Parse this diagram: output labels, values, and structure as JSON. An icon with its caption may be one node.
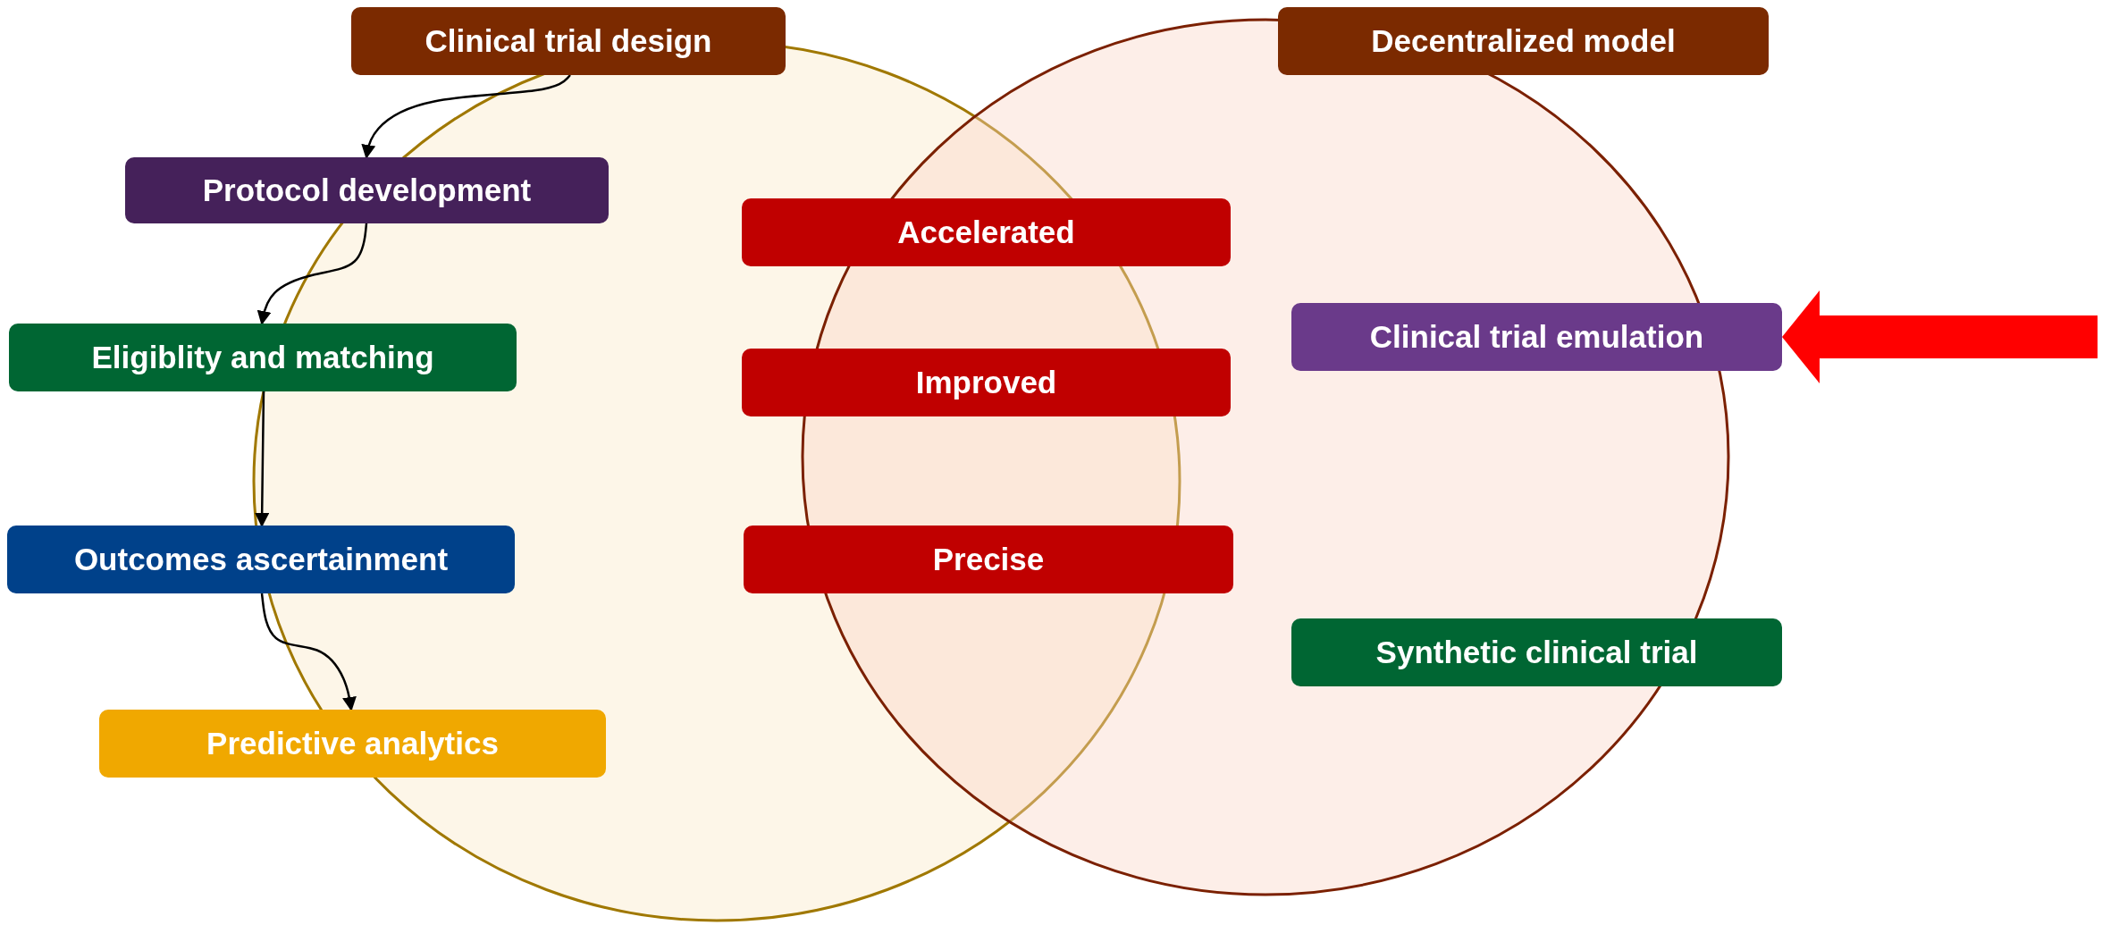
{
  "diagram": {
    "nodes": [
      {
        "text": [
          "Clinical trial design"
        ]
      },
      {
        "text": [
          "Decentralized model"
        ]
      },
      {
        "text": [
          "Protocol development"
        ]
      },
      {
        "text": [
          "Eligiblity and matching"
        ]
      },
      {
        "text": [
          "Outcomes ascertainment"
        ]
      },
      {
        "text": [
          "Predictive analytics"
        ]
      },
      {
        "text": [
          "Accelerated"
        ]
      },
      {
        "text": [
          "Improved"
        ]
      },
      {
        "text": [
          "Precise"
        ]
      },
      {
        "text": [
          "Clinical trial emulation"
        ]
      },
      {
        "text": [
          "Synthetic clinical trial"
        ]
      }
    ],
    "edges": [
      {
        "from": 0,
        "to": 2,
        "arrow": "to"
      },
      {
        "from": 2,
        "to": 3,
        "arrow": "to"
      },
      {
        "from": 3,
        "to": 4,
        "arrow": "to"
      },
      {
        "from": 4,
        "to": 5,
        "arrow": "to"
      },
      {
        "from": null,
        "to": 9,
        "arrow": "to",
        "style": "thick",
        "color": "#ff0000"
      }
    ]
  }
}
